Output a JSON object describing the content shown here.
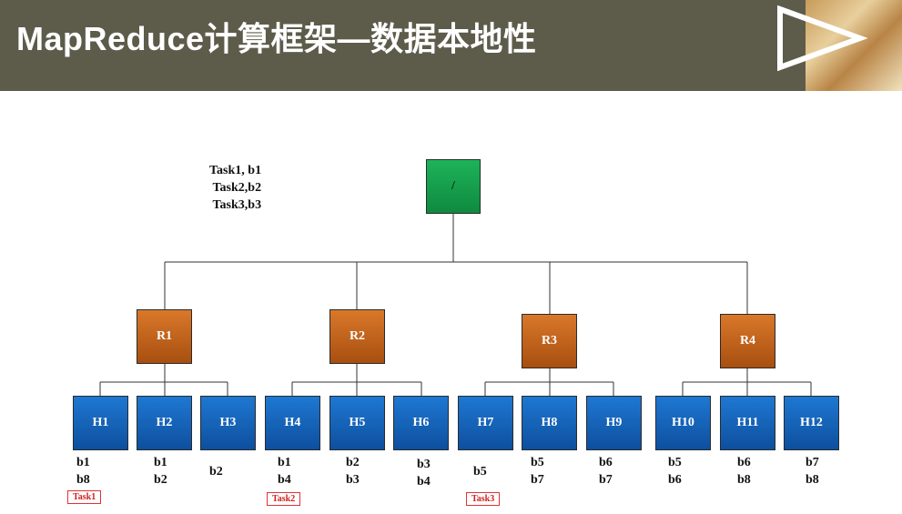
{
  "header": {
    "title": "MapReduce计算框架—数据本地性",
    "icon": "play-arrow-icon"
  },
  "tasks": {
    "lines": [
      "Task1, b1",
      "Task2,b2",
      "Task3,b3"
    ]
  },
  "tree": {
    "root": "/",
    "racks": [
      "R1",
      "R2",
      "R3",
      "R4"
    ],
    "hosts": [
      "H1",
      "H2",
      "H3",
      "H4",
      "H5",
      "H6",
      "H7",
      "H8",
      "H9",
      "H10",
      "H11",
      "H12"
    ],
    "blocks": [
      "b1\nb8",
      "b1\nb2",
      "b2",
      "b1\nb4",
      "b2\nb3",
      "b3\nb4",
      "b5",
      "b5\nb7",
      "b6\nb7",
      "b5\nb6",
      "b6\nb8",
      "b7\nb8"
    ],
    "task_tags": [
      "Task1",
      "Task2",
      "Task3"
    ]
  },
  "colors": {
    "header_bg": "#5d5b4a",
    "root": "#1db35a",
    "rack": "#c8651e",
    "host": "#1568bf",
    "task_tag": "#e23232"
  }
}
